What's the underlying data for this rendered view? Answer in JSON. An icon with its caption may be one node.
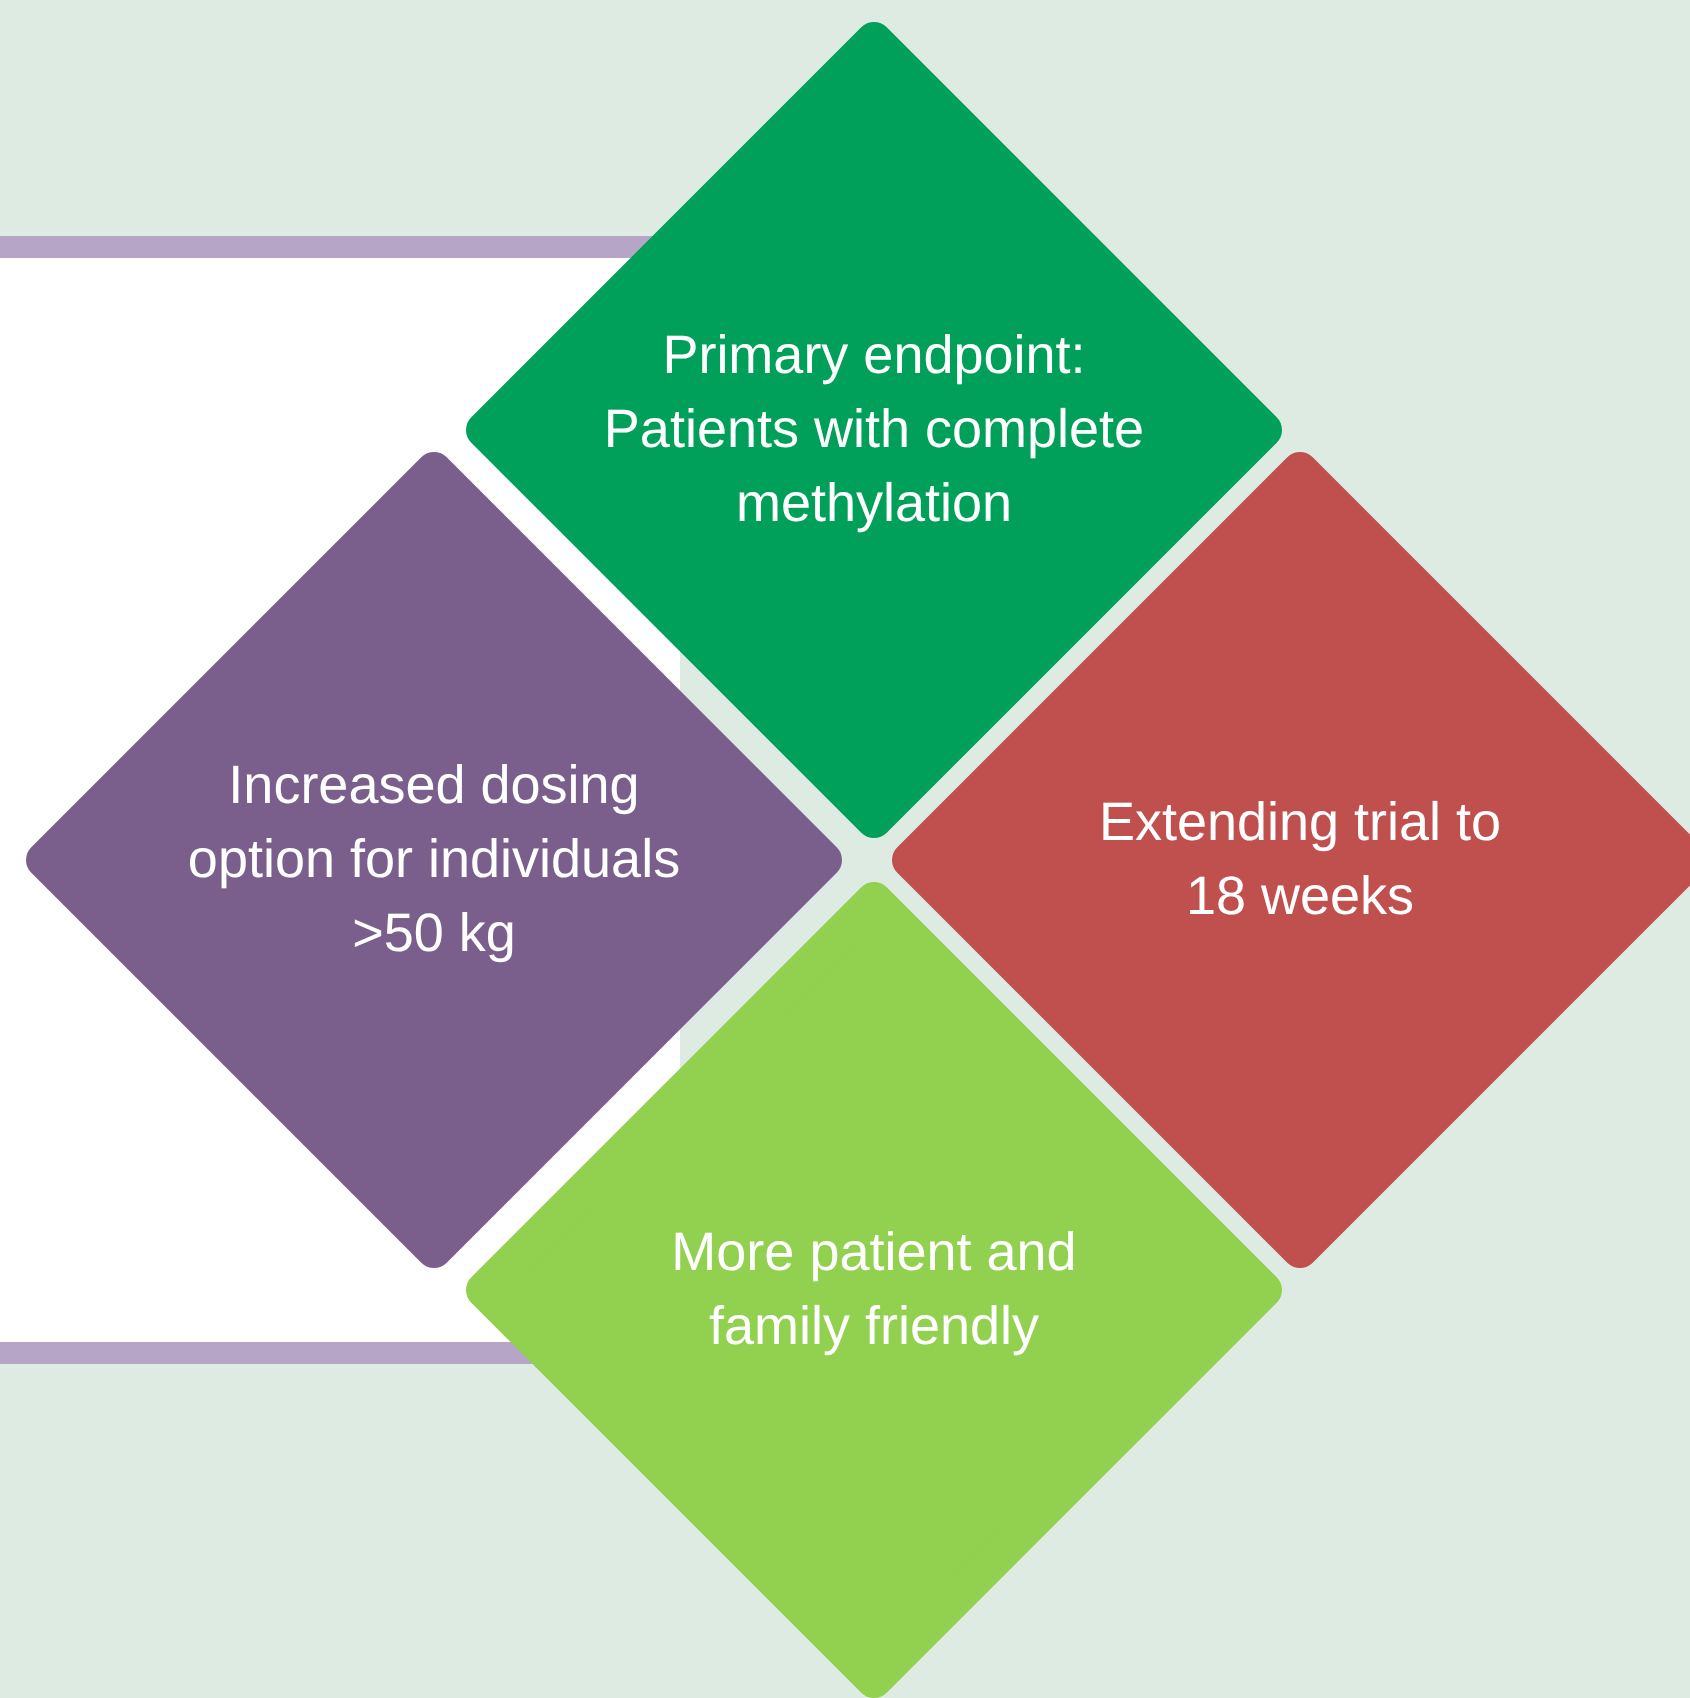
{
  "diagram": {
    "nodes": [
      {
        "text": [
          "Primary endpoint: Patients with complete methylation"
        ]
      },
      {
        "text": [
          "Increased dosing option for individuals >50 kg"
        ]
      },
      {
        "text": [
          "Extending trial to 18 weeks"
        ]
      },
      {
        "text": [
          "More patient and family friendly"
        ]
      }
    ]
  }
}
